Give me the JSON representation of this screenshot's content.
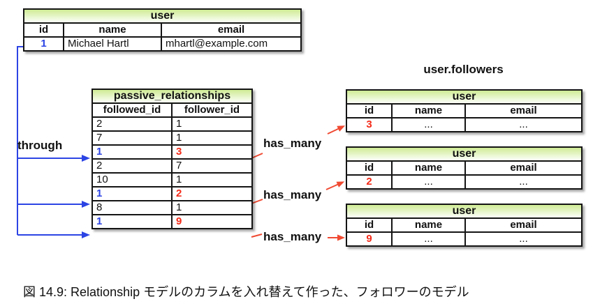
{
  "palette": {
    "header_gradient_top": "#cfeb94",
    "header_gradient_bottom": "#f8fdf0",
    "border": "#141414",
    "blue": "#2c44e4",
    "red_text": "#f42a18",
    "red_line": "#f04a32"
  },
  "user_table": {
    "title": "user",
    "columns": [
      "id",
      "name",
      "email"
    ],
    "row": {
      "id": "1",
      "name": "Michael Hartl",
      "email": "mhartl@example.com"
    }
  },
  "relationships_table": {
    "title": "passive_relationships",
    "columns": [
      "followed_id",
      "follower_id"
    ],
    "rows": [
      {
        "followed_id": "2",
        "follower_id": "1"
      },
      {
        "followed_id": "7",
        "follower_id": "1"
      },
      {
        "followed_id": "1",
        "follower_id": "3"
      },
      {
        "followed_id": "2",
        "follower_id": "7"
      },
      {
        "followed_id": "10",
        "follower_id": "1"
      },
      {
        "followed_id": "1",
        "follower_id": "2"
      },
      {
        "followed_id": "8",
        "follower_id": "1"
      },
      {
        "followed_id": "1",
        "follower_id": "9"
      }
    ]
  },
  "followers_header": "user.followers",
  "follower_tables": [
    {
      "title": "user",
      "columns": [
        "id",
        "name",
        "email"
      ],
      "row": {
        "id": "3",
        "name": "...",
        "email": "..."
      }
    },
    {
      "title": "user",
      "columns": [
        "id",
        "name",
        "email"
      ],
      "row": {
        "id": "2",
        "name": "...",
        "email": "..."
      }
    },
    {
      "title": "user",
      "columns": [
        "id",
        "name",
        "email"
      ],
      "row": {
        "id": "9",
        "name": "...",
        "email": "..."
      }
    }
  ],
  "labels": {
    "through": "through",
    "has_many_1": "has_many",
    "has_many_2": "has_many",
    "has_many_3": "has_many"
  },
  "caption": "図 14.9: Relationship モデルのカラムを入れ替えて作った、フォロワーのモデル"
}
